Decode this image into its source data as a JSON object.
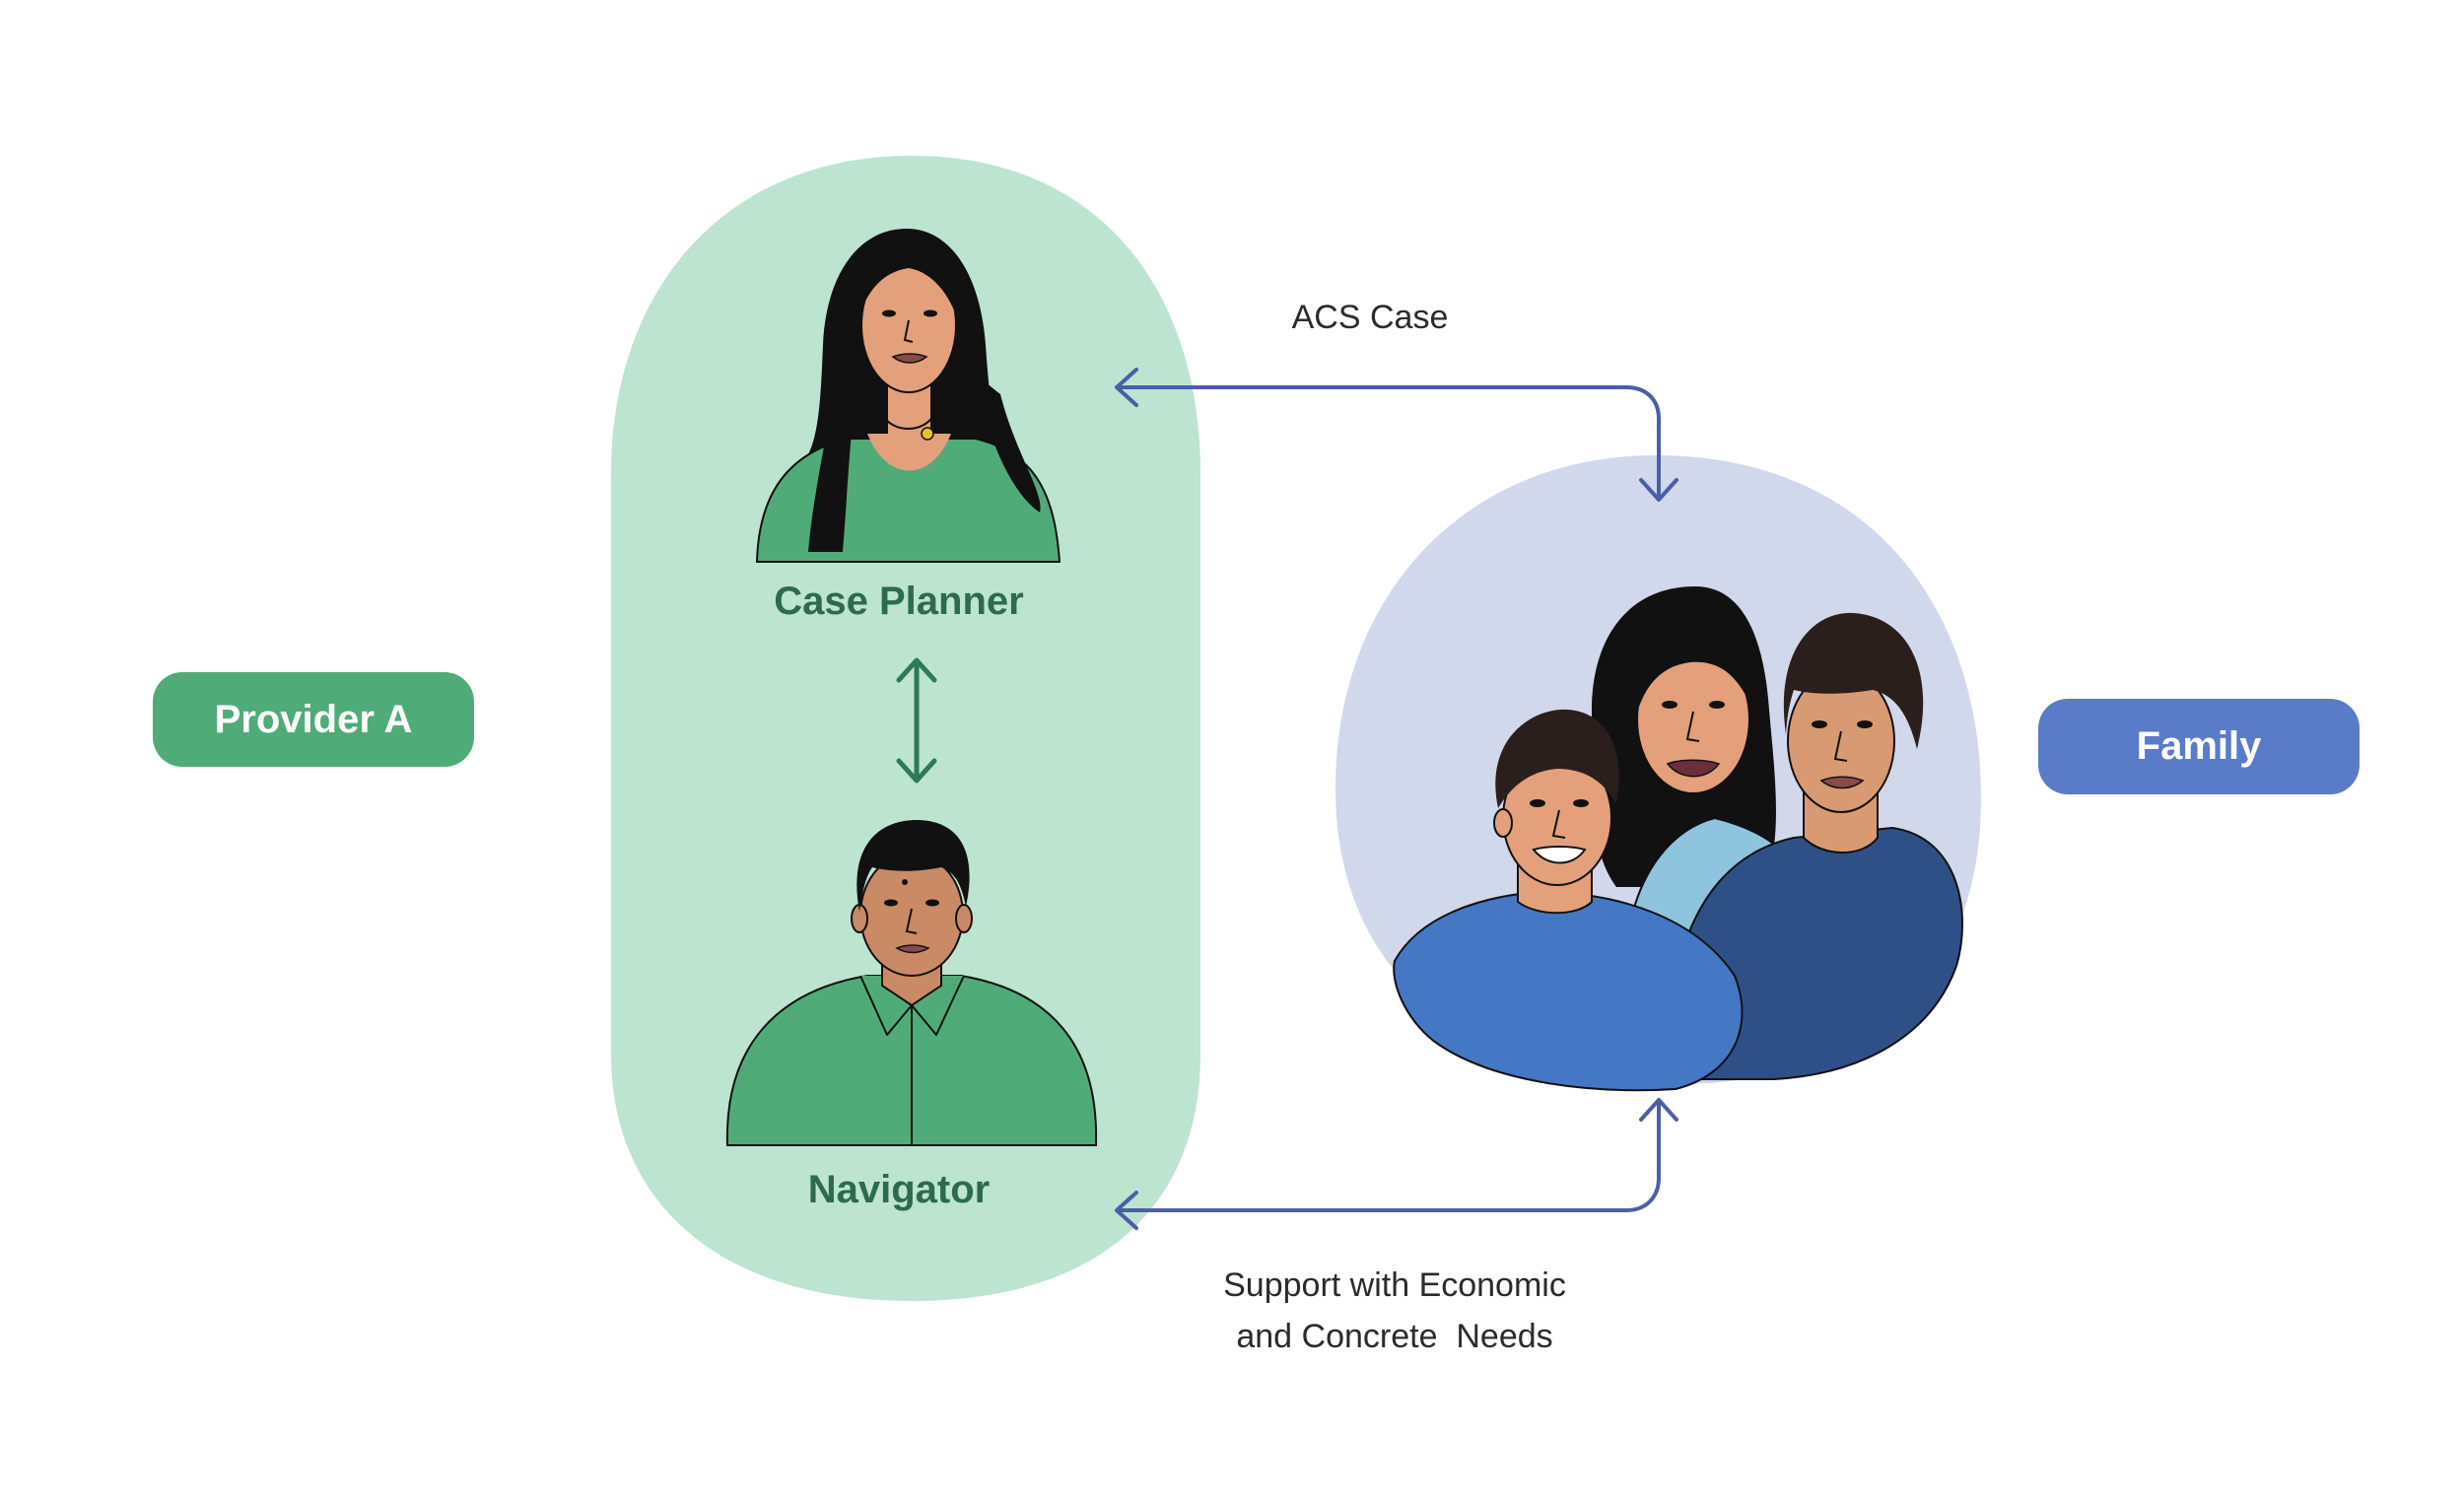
{
  "colors": {
    "provider_green": "#4fac78",
    "green_blob": "#bce4d1",
    "label_green": "#2d6a4f",
    "family_blue": "#5a7bc8",
    "family_blob": "#d1d8ec",
    "arrow_blue": "#4a5fa8",
    "arrow_green": "#2d7a55"
  },
  "provider": {
    "label": "Provider A"
  },
  "family": {
    "label": "Family"
  },
  "roles": {
    "case_planner": "Case Planner",
    "navigator": "Navigator"
  },
  "connections": {
    "acs_case": "ACS Case",
    "support_line1": "Support with Economic",
    "support_line2": "and Concrete  Needs"
  },
  "icons": {
    "case_planner": "woman-portrait-icon",
    "navigator": "man-portrait-icon",
    "family": "family-portrait-icon"
  }
}
